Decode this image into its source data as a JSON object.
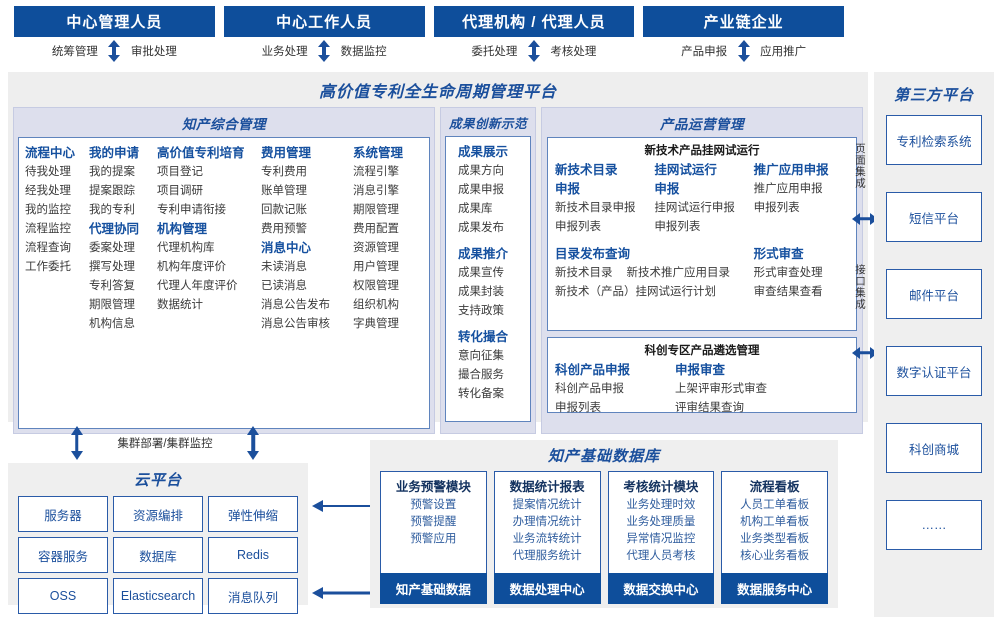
{
  "roles": [
    {
      "title": "中心管理人员",
      "left": "统筹管理",
      "right": "审批处理"
    },
    {
      "title": "中心工作人员",
      "left": "业务处理",
      "right": "数据监控"
    },
    {
      "title": "代理机构 / 代理人员",
      "left": "委托处理",
      "right": "考核处理"
    },
    {
      "title": "产业链企业",
      "left": "产品申报",
      "right": "应用推广"
    }
  ],
  "platform": {
    "title": "高价值专利全生命周期管理平台",
    "sections": [
      {
        "title": "知产综合管理",
        "columns": [
          {
            "groups": [
              {
                "head": "流程中心",
                "items": [
                  "待我处理",
                  "经我处理",
                  "我的监控",
                  "流程监控",
                  "流程查询",
                  "工作委托"
                ]
              }
            ]
          },
          {
            "groups": [
              {
                "head": "我的申请",
                "items": [
                  "我的提案",
                  "提案跟踪",
                  "我的专利"
                ]
              },
              {
                "head": "代理协同",
                "items": [
                  "委案处理",
                  "撰写处理",
                  "专利答复",
                  "期限管理",
                  "机构信息"
                ]
              }
            ]
          },
          {
            "groups": [
              {
                "head": "高价值专利培育",
                "items": [
                  "项目登记",
                  "项目调研",
                  "专利申请衔接"
                ]
              },
              {
                "head": "机构管理",
                "items": [
                  "代理机构库",
                  "机构年度评价",
                  "代理人年度评价",
                  "数据统计"
                ]
              }
            ]
          },
          {
            "groups": [
              {
                "head": "费用管理",
                "items": [
                  "专利费用",
                  "账单管理",
                  "回款记账",
                  "费用预警"
                ]
              },
              {
                "head": "消息中心",
                "items": [
                  "未读消息",
                  "已读消息",
                  "消息公告发布",
                  "消息公告审核"
                ]
              }
            ]
          },
          {
            "groups": [
              {
                "head": "系统管理",
                "items": [
                  "流程引擎",
                  "消息引擎",
                  "期限管理",
                  "费用配置",
                  "资源管理",
                  "用户管理",
                  "权限管理",
                  "组织机构",
                  "字典管理"
                ]
              }
            ]
          }
        ]
      },
      {
        "title": "成果创新示范",
        "columns": [
          {
            "groups": [
              {
                "head": "成果展示",
                "items": [
                  "成果方向",
                  "成果申报",
                  "成果库",
                  "成果发布"
                ]
              },
              {
                "head": "成果推介",
                "items": [
                  "成果宣传",
                  "成果封装",
                  "支持政策"
                ]
              },
              {
                "head": "转化撮合",
                "items": [
                  "意向征集",
                  "撮合服务",
                  "转化备案"
                ]
              }
            ]
          }
        ]
      }
    ],
    "ops": {
      "title": "产品运营管理",
      "box1": {
        "title": "新技术产品挂网试运行",
        "row1": [
          {
            "head": "新技术目录申报",
            "items": [
              "新技术目录申报",
              "申报列表"
            ]
          },
          {
            "head": "挂网试运行申报",
            "items": [
              "挂网试运行申报",
              "申报列表"
            ]
          },
          {
            "head": "推广应用申报",
            "items": [
              "推广应用申报",
              "申报列表"
            ]
          }
        ],
        "row2_left": {
          "head": "目录发布查询",
          "items": [
            "新技术目录",
            "新技术推广应用目录",
            "新技术（产品）挂网试运行计划"
          ]
        },
        "row2_right": {
          "head": "形式审查",
          "items": [
            "形式审查处理",
            "审查结果查看"
          ]
        }
      },
      "box2": {
        "title": "科创专区产品遴选管理",
        "cols": [
          {
            "head": "科创产品申报",
            "items": [
              "科创产品申报",
              "申报列表"
            ]
          },
          {
            "head": "申报审查",
            "items": [
              "上架评审形式审查",
              "评审结果查询"
            ]
          }
        ]
      }
    }
  },
  "integration": {
    "page_label": "页面集成",
    "api_label": "接口集成"
  },
  "third_party": {
    "title": "第三方平台",
    "items": [
      "专利检索系统",
      "短信平台",
      "邮件平台",
      "数字认证平台",
      "科创商城",
      "……"
    ]
  },
  "cloud": {
    "cluster_label": "集群部署/集群监控",
    "title": "云平台",
    "cells": [
      "服务器",
      "资源编排",
      "弹性伸缩",
      "容器服务",
      "数据库",
      "Redis",
      "OSS",
      "Elasticsearch",
      "消息队列"
    ]
  },
  "database": {
    "title": "知产基础数据库",
    "columns": [
      {
        "head": "业务预警模块",
        "items": [
          "预警设置",
          "预警提醒",
          "预警应用"
        ],
        "foot": "知产基础数据"
      },
      {
        "head": "数据统计报表",
        "items": [
          "提案情况统计",
          "办理情况统计",
          "业务流转统计",
          "代理服务统计"
        ],
        "foot": "数据处理中心"
      },
      {
        "head": "考核统计模块",
        "items": [
          "业务处理时效",
          "业务处理质量",
          "异常情况监控",
          "代理人员考核"
        ],
        "foot": "数据交换中心"
      },
      {
        "head": "流程看板",
        "items": [
          "人员工单看板",
          "机构工单看板",
          "业务类型看板",
          "核心业务看板"
        ],
        "foot": "数据服务中心"
      }
    ]
  },
  "colors": {
    "primary_blue": "#0e4e9b",
    "accent_blue": "#1b4f9c",
    "panel_gray": "#efefef",
    "section_band": "#dddfed",
    "border_blue": "#2a5ba8"
  }
}
